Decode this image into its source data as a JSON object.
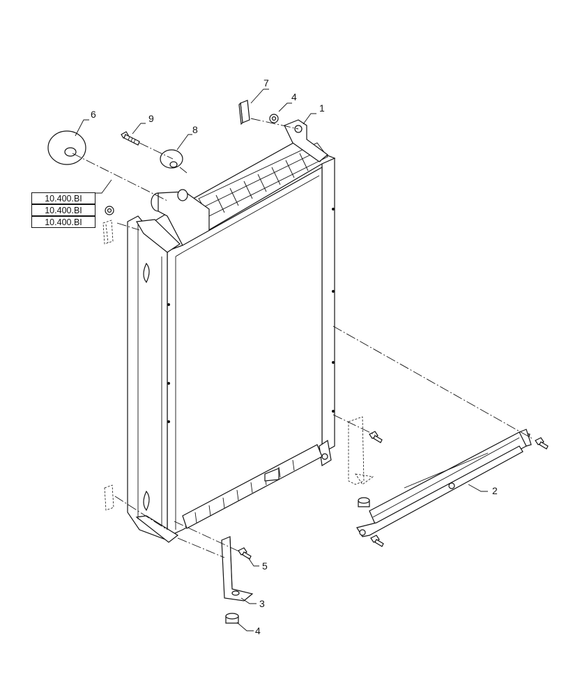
{
  "callouts": [
    {
      "id": "c1",
      "text": "1"
    },
    {
      "id": "c2",
      "text": "2"
    },
    {
      "id": "c3",
      "text": "3"
    },
    {
      "id": "c4a",
      "text": "4"
    },
    {
      "id": "c4b",
      "text": "4"
    },
    {
      "id": "c5",
      "text": "5"
    },
    {
      "id": "c6",
      "text": "6"
    },
    {
      "id": "c7",
      "text": "7"
    },
    {
      "id": "c8",
      "text": "8"
    },
    {
      "id": "c9",
      "text": "9"
    }
  ],
  "references": [
    "10.400.BI",
    "10.400.BI",
    "10.400.BI"
  ]
}
